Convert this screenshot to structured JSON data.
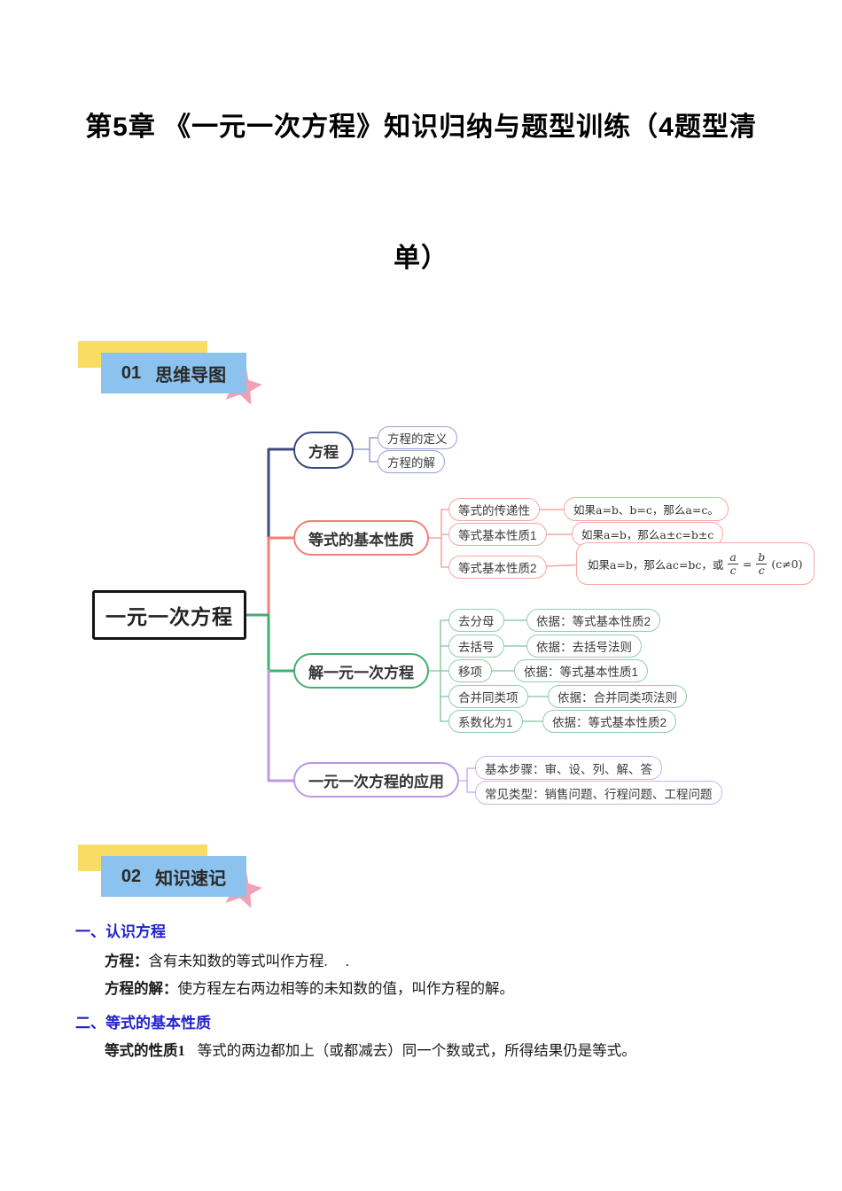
{
  "page": {
    "title_line1": "第5章 《一元一次方程》知识归纳与题型训练（4题型清",
    "title_line2": "单）"
  },
  "badges": [
    {
      "number": "01",
      "label": "思维导图"
    },
    {
      "number": "02",
      "label": "知识速记"
    }
  ],
  "mindmap": {
    "root_label": "一元一次方程",
    "branch_equation": {
      "label": "方程",
      "child1": "方程的定义",
      "child2": "方程的解"
    },
    "branch_properties": {
      "label": "等式的基本性质",
      "child1": "等式的传递性",
      "formula1": "如果a=b、b=c，那么a=c。",
      "child2": "等式基本性质1",
      "formula2": "如果a=b，那么a±c=b±c",
      "child3": "等式基本性质2",
      "formula3_prefix": "如果a=b，那么ac=bc，或",
      "formula3_frac1_num": "a",
      "formula3_frac1_den": "c",
      "formula3_eq": "=",
      "formula3_frac2_num": "b",
      "formula3_frac2_den": "c",
      "formula3_suffix": "(c≠0)"
    },
    "branch_solving": {
      "label": "解一元一次方程",
      "steps": [
        {
          "name": "去分母",
          "basis": "依据：等式基本性质2"
        },
        {
          "name": "去括号",
          "basis": "依据：去括号法则"
        },
        {
          "name": "移项",
          "basis": "依据：等式基本性质1"
        },
        {
          "name": "合并同类项",
          "basis": "依据：合并同类项法则"
        },
        {
          "name": "系数化为1",
          "basis": "依据：等式基本性质2"
        }
      ]
    },
    "branch_application": {
      "label": "一元一次方程的应用",
      "child1": "基本步骤：审、设、列、解、答",
      "child2": "常见类型：销售问题、行程问题、工程问题"
    }
  },
  "notes": {
    "heading1": "一、认识方程",
    "para1_lead": "方程：",
    "para1_text": "含有未知数的等式叫作方程.",
    "para1_tail": ".",
    "heading2": "二、等式的基本性质",
    "para2_lead": "方程的解：",
    "para2_text": "使方程左右两边相等的未知数的值，叫作方程的解。",
    "para3_lead": "等式的性质1",
    "para3_text": "等式的两边都加上（或都减去）同一个数或式，所得结果仍是等式。"
  },
  "colors": {
    "heading_blue": "#2222cc",
    "badge_yellow": "#f8dc63",
    "badge_blue": "#8cc2ee",
    "star_pink": "#f2a0b4",
    "branch_navy": "#3c4b7d",
    "branch_salmon": "#f08078",
    "branch_green": "#44ae70",
    "branch_purple": "#bd98e2",
    "root_border": "#141414"
  }
}
